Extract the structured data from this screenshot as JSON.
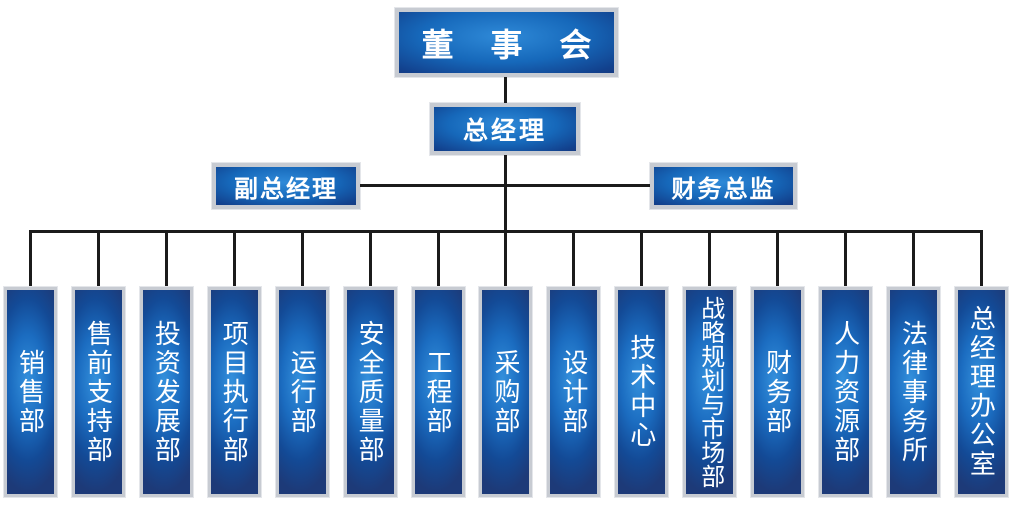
{
  "org_chart": {
    "root": {
      "label": "董 事 会"
    },
    "general_manager": {
      "label": "总经理"
    },
    "executives": [
      {
        "label": "副总经理"
      },
      {
        "label": "财务总监"
      }
    ],
    "departments": [
      "销售部",
      "售前支持部",
      "投资发展部",
      "项目执行部",
      "运行部",
      "安全质量部",
      "工程部",
      "采购部",
      "设计部",
      "技术中心",
      "战略规划与市场部",
      "财务部",
      "人力资源部",
      "法律事务所",
      "总经理办公室"
    ],
    "colors": {
      "box_fill_center": "#2f8ad8",
      "box_fill_edge": "#1b3473",
      "box_border": "#c7cbd2",
      "connector": "#1b1b1b",
      "text": "#ffffff",
      "background": "#ffffff"
    }
  }
}
